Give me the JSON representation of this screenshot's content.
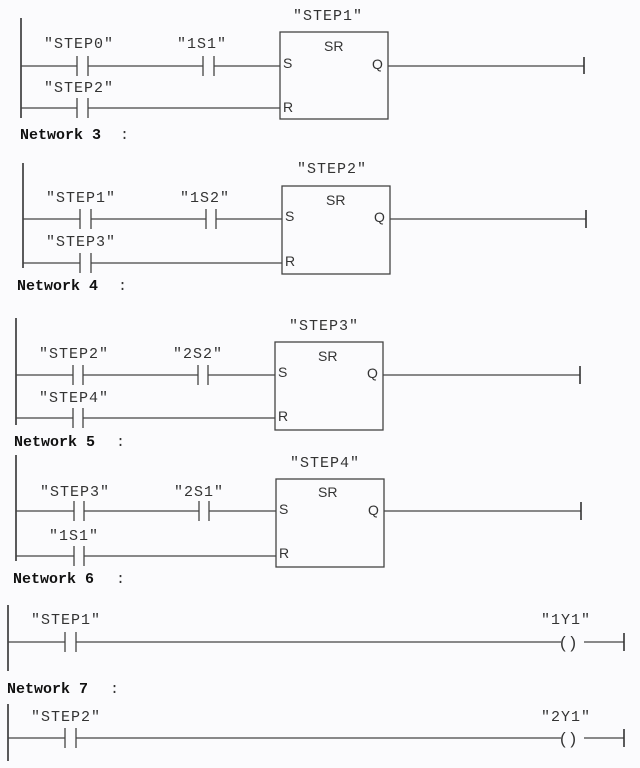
{
  "diagram": {
    "type": "ladder-logic",
    "networks": [
      {
        "id": "net-2",
        "header": null,
        "kind": "sr",
        "block": {
          "name": "\"STEP1\"",
          "type": "SR",
          "pins": {
            "set": "S",
            "reset": "R",
            "out": "Q"
          }
        },
        "set_contacts": [
          "\"STEP0\"",
          "\"1S1\""
        ],
        "reset_contacts": [
          "\"STEP2\""
        ]
      },
      {
        "id": "net-3",
        "header": {
          "label": "Network 3",
          "colon": ":"
        },
        "kind": "sr",
        "block": {
          "name": "\"STEP2\"",
          "type": "SR",
          "pins": {
            "set": "S",
            "reset": "R",
            "out": "Q"
          }
        },
        "set_contacts": [
          "\"STEP1\"",
          "\"1S2\""
        ],
        "reset_contacts": [
          "\"STEP3\""
        ]
      },
      {
        "id": "net-4",
        "header": {
          "label": "Network 4",
          "colon": ":"
        },
        "kind": "sr",
        "block": {
          "name": "\"STEP3\"",
          "type": "SR",
          "pins": {
            "set": "S",
            "reset": "R",
            "out": "Q"
          }
        },
        "set_contacts": [
          "\"STEP2\"",
          "\"2S2\""
        ],
        "reset_contacts": [
          "\"STEP4\""
        ]
      },
      {
        "id": "net-5",
        "header": {
          "label": "Network 5",
          "colon": ":"
        },
        "kind": "sr",
        "block": {
          "name": "\"STEP4\"",
          "type": "SR",
          "pins": {
            "set": "S",
            "reset": "R",
            "out": "Q"
          }
        },
        "set_contacts": [
          "\"STEP3\"",
          "\"2S1\""
        ],
        "reset_contacts": [
          "\"1S1\""
        ]
      },
      {
        "id": "net-6",
        "header": {
          "label": "Network 6",
          "colon": ":"
        },
        "kind": "coil",
        "contact": "\"STEP1\"",
        "coil": {
          "name": "\"1Y1\"",
          "symbol": "( )"
        }
      },
      {
        "id": "net-7",
        "header": {
          "label": "Network 7",
          "colon": ":"
        },
        "kind": "coil",
        "contact": "\"STEP2\"",
        "coil": {
          "name": "\"2Y1\"",
          "symbol": "( )"
        }
      }
    ]
  }
}
